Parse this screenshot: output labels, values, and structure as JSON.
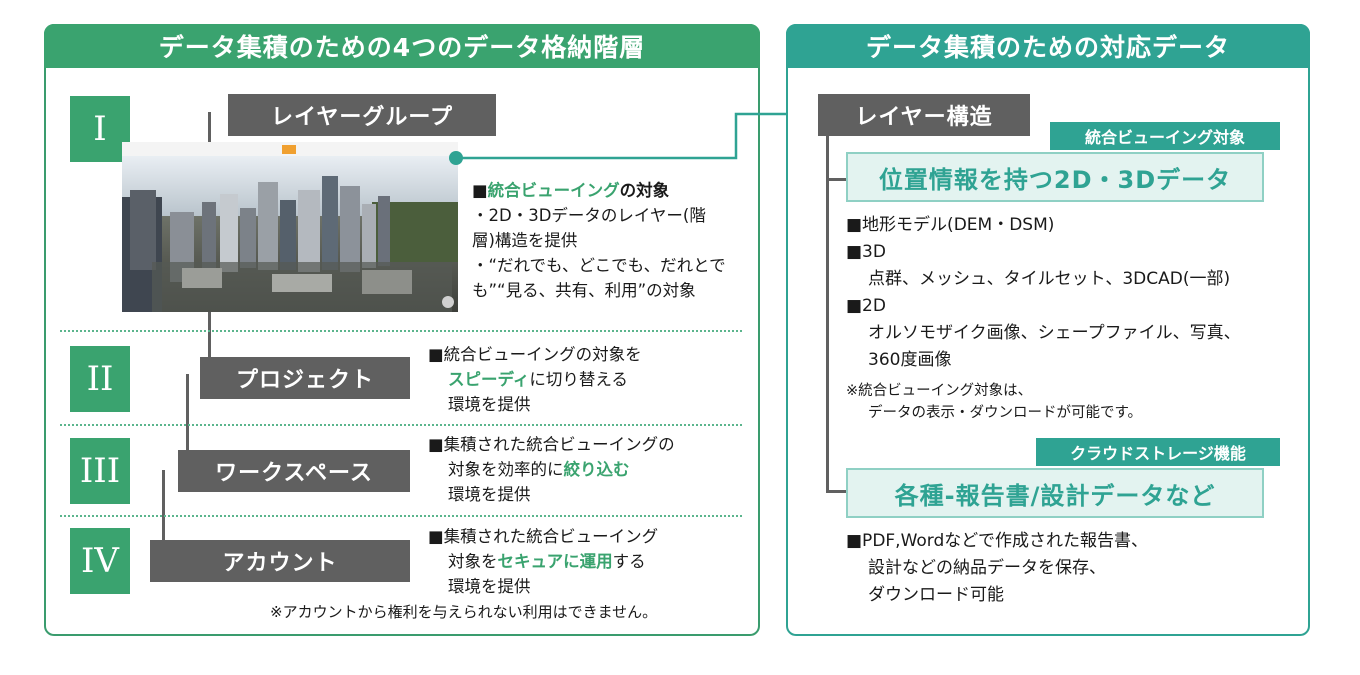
{
  "left_panel": {
    "title": "データ集積のための4つのデータ格納階層",
    "levels": [
      {
        "numeral": "I",
        "label": "レイヤーグループ"
      },
      {
        "numeral": "II",
        "label": "プロジェクト"
      },
      {
        "numeral": "III",
        "label": "ワークスペース"
      },
      {
        "numeral": "IV",
        "label": "アカウント"
      }
    ],
    "level1_desc": {
      "bullet": "■",
      "highlight": "統合ビューイング",
      "heading_rest": "の対象",
      "line2": "・2D・3Dデータのレイヤー(階",
      "line3": "層)構造を提供",
      "line4": "・“だれでも、どこでも、だれとで",
      "line5": "も”“見る、共有、利用”の対象"
    },
    "level2_desc": {
      "line1": "■統合ビューイングの対象を",
      "line2_highlight": "スピーディ",
      "line2_rest": "に切り替える",
      "line3": "環境を提供"
    },
    "level3_desc": {
      "line1": "■集積された統合ビューイングの",
      "line2_pre": "対象を効率的に",
      "line2_highlight": "絞り込む",
      "line3": "環境を提供"
    },
    "level4_desc": {
      "line1": "■集積された統合ビューイング",
      "line2_pre": "対象を",
      "line2_highlight": "セキュアに運用",
      "line2_rest": "する",
      "line3": "環境を提供"
    },
    "footnote": "※アカウントから権利を与えられない利用はできません。"
  },
  "right_panel": {
    "title": "データ集積のための対応データ",
    "root_label": "レイヤー構造",
    "tag1": "統合ビューイング対象",
    "category1": "位置情報を持つ2D・3Dデータ",
    "cat1_items": {
      "l1": "■地形モデル(DEM・DSM)",
      "l2": "■3D",
      "l3": "点群、メッシュ、タイルセット、3DCAD(一部)",
      "l4": "■2D",
      "l5": "オルソモザイク画像、シェープファイル、写真、",
      "l6": "360度画像"
    },
    "cat1_note": {
      "l1": "※統合ビューイング対象は、",
      "l2": "データの表示・ダウンロードが可能です。"
    },
    "tag2": "クラウドストレージ機能",
    "category2": "各種-報告書/設計データなど",
    "cat2_items": {
      "l1": "■PDF,Wordなどで作成された報告書、",
      "l2": "設計などの納品データを保存、",
      "l3": "ダウンロード可能"
    }
  },
  "colors": {
    "green": "#3aa36f",
    "teal": "#2fa393",
    "gray_box": "#606060",
    "category_fill": "#e3f3f0"
  }
}
